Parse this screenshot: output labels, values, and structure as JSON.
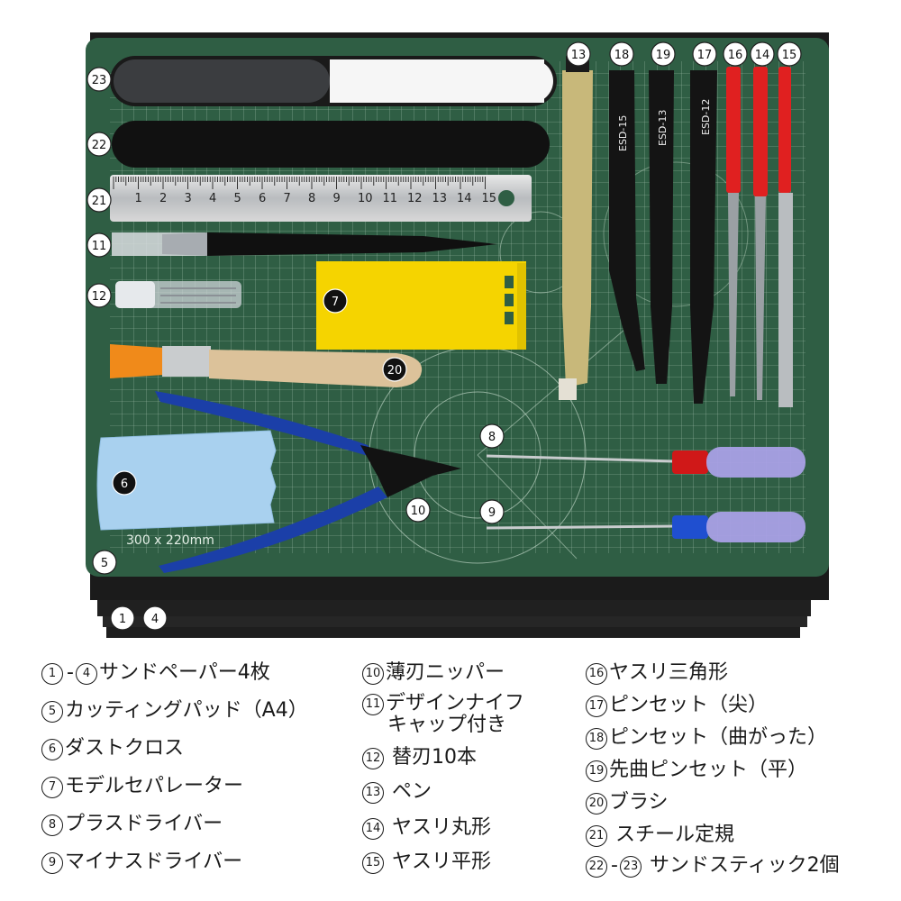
{
  "photo": {
    "mat_size_label": "300 x 220mm",
    "ruler_numbers": [
      "1",
      "2",
      "3",
      "4",
      "5",
      "6",
      "7",
      "8",
      "9",
      "10",
      "11",
      "12",
      "13",
      "14",
      "15"
    ],
    "tweezer_labels": [
      "ESD-15",
      "ESD-13",
      "ESD-12"
    ],
    "callouts": [
      "23",
      "22",
      "21",
      "11",
      "12",
      "7",
      "20",
      "6",
      "5",
      "1",
      "4",
      "8",
      "9",
      "10",
      "13",
      "18",
      "19",
      "17",
      "16",
      "14",
      "15"
    ],
    "mat_color": "#2f5e44",
    "accent_yellow": "#f5d400"
  },
  "legend": {
    "col1": [
      {
        "num": "1",
        "num2": "4",
        "text": "サンドペーパー4枚"
      },
      {
        "num": "5",
        "text": "カッティングパッド（A4）"
      },
      {
        "num": "6",
        "text": "ダストクロス"
      },
      {
        "num": "7",
        "text": "モデルセパレーター"
      },
      {
        "num": "8",
        "text": "プラスドライバー"
      },
      {
        "num": "9",
        "text": "マイナスドライバー"
      }
    ],
    "col2": [
      {
        "num": "10",
        "text": "薄刃ニッパー"
      },
      {
        "num": "11",
        "text": "デザインナイフ",
        "text2": "キャップ付き"
      },
      {
        "num": "12",
        "text": " 替刃10本"
      },
      {
        "num": "13",
        "text": " ペン"
      },
      {
        "num": "14",
        "text": " ヤスリ丸形"
      },
      {
        "num": "15",
        "text": " ヤスリ平形"
      }
    ],
    "col3": [
      {
        "num": "16",
        "text": "ヤスリ三角形"
      },
      {
        "num": "17",
        "text": "ピンセット（尖）"
      },
      {
        "num": "18",
        "text": "ピンセット（曲がった）"
      },
      {
        "num": "19",
        "text": "先曲ピンセット（平）"
      },
      {
        "num": "20",
        "text": "ブラシ"
      },
      {
        "num": "21",
        "text": " スチール定規"
      },
      {
        "num": "22",
        "num2": "23",
        "text": " サンドスティック2個"
      }
    ]
  }
}
